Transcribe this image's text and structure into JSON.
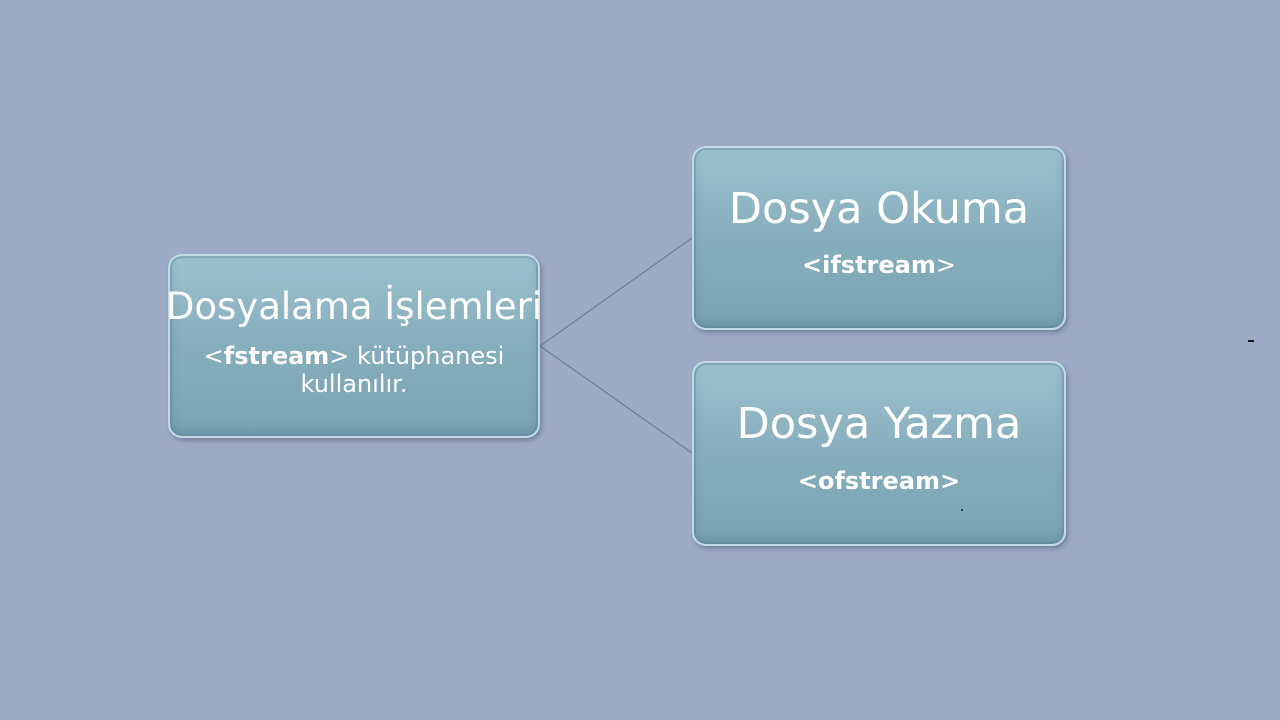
{
  "diagram": {
    "root": {
      "title": "Dosyalama İşlemleri",
      "sub_prefix": "<",
      "sub_bold": "fstream",
      "sub_suffix": "> kütüphanesi",
      "sub_line2": "kullanılır."
    },
    "children": [
      {
        "title": "Dosya Okuma",
        "sub_bold": "<ifstream",
        "sub_suffix": ">"
      },
      {
        "title": "Dosya Yazma",
        "sub_bold": "<ofstream>"
      }
    ]
  },
  "colors": {
    "background": "#9eabc5",
    "node_fill": "#85acbb",
    "node_border": "#c2dbe3",
    "connector": "#6e7f9e",
    "text": "#ffffff"
  }
}
